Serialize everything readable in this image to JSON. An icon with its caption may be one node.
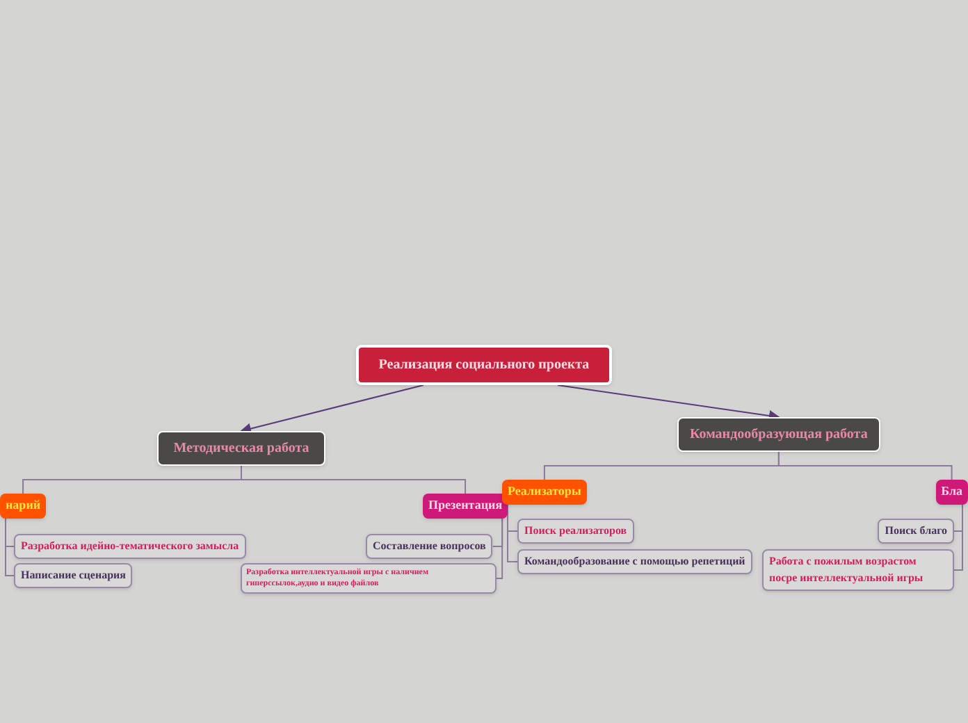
{
  "diagram": {
    "nodes": [
      {
        "text": [
          "Реализация социального проекта"
        ]
      },
      {
        "text": [
          "Методическая работа"
        ]
      },
      {
        "text": [
          "Командообразующая работа"
        ]
      },
      {
        "text": [
          "нарий"
        ]
      },
      {
        "text": [
          "Разработка идейно-тематического замысла"
        ]
      },
      {
        "text": [
          "Написание сценария"
        ]
      },
      {
        "text": [
          "Презентация"
        ]
      },
      {
        "text": [
          "Составление вопросов"
        ]
      },
      {
        "text": [
          "Разработка интеллектуальной игры с наличием гиперссылок,аудио и видео файлов"
        ]
      },
      {
        "text": [
          "Реализаторы"
        ]
      },
      {
        "text": [
          "Поиск реализаторов"
        ]
      },
      {
        "text": [
          "Командообразование с помощью репетиций"
        ]
      },
      {
        "text": [
          "Бла"
        ]
      },
      {
        "text": [
          "Поиск благо"
        ]
      },
      {
        "text": [
          "Работа с пожилым возрастом посре интеллектуальной игры"
        ]
      }
    ],
    "edges": [
      {
        "from": 0,
        "to": 1,
        "arrow": "to"
      },
      {
        "from": 0,
        "to": 2,
        "arrow": "to"
      },
      {
        "from": 1,
        "to": 3,
        "arrow": "none"
      },
      {
        "from": 1,
        "to": 6,
        "arrow": "none"
      },
      {
        "from": 3,
        "to": 4,
        "arrow": "none"
      },
      {
        "from": 3,
        "to": 5,
        "arrow": "none"
      },
      {
        "from": 6,
        "to": 7,
        "arrow": "none"
      },
      {
        "from": 6,
        "to": 8,
        "arrow": "none"
      },
      {
        "from": 2,
        "to": 9,
        "arrow": "none"
      },
      {
        "from": 2,
        "to": 12,
        "arrow": "none"
      },
      {
        "from": 9,
        "to": 10,
        "arrow": "none"
      },
      {
        "from": 9,
        "to": 11,
        "arrow": "none"
      },
      {
        "from": 12,
        "to": 13,
        "arrow": "none"
      },
      {
        "from": 12,
        "to": 14,
        "arrow": "none"
      }
    ]
  }
}
